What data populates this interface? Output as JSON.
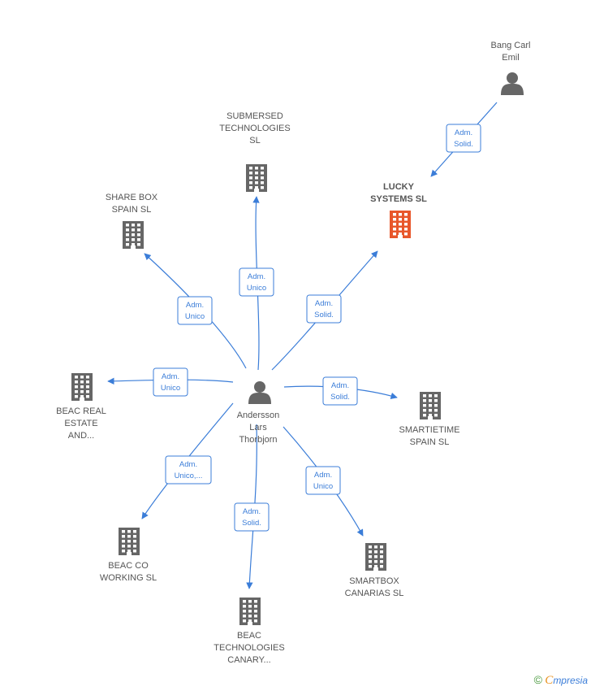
{
  "colors": {
    "edge": "#3b7dd8",
    "building": "#666666",
    "building_highlight": "#e8572b",
    "person": "#666666",
    "label": "#555555"
  },
  "nodes": [
    {
      "id": "bang-carl-emil",
      "type": "person",
      "lines": [
        "Bang Carl",
        "Emil"
      ],
      "bold": false,
      "highlight": false
    },
    {
      "id": "lucky-systems-sl",
      "type": "company",
      "lines": [
        "LUCKY",
        "SYSTEMS  SL"
      ],
      "bold": true,
      "highlight": true
    },
    {
      "id": "submersed-technologies-sl",
      "type": "company",
      "lines": [
        "SUBMERSED",
        "TECHNOLOGIES",
        "SL"
      ],
      "bold": false,
      "highlight": false
    },
    {
      "id": "share-box-spain-sl",
      "type": "company",
      "lines": [
        "SHARE BOX",
        "SPAIN  SL"
      ],
      "bold": false,
      "highlight": false
    },
    {
      "id": "beac-real-estate",
      "type": "company",
      "lines": [
        "BEAC REAL",
        "ESTATE",
        "AND..."
      ],
      "bold": false,
      "highlight": false
    },
    {
      "id": "andersson-lars-thorbjorn",
      "type": "person",
      "lines": [
        "Andersson",
        "Lars",
        "Thorbjorn"
      ],
      "bold": false,
      "highlight": false
    },
    {
      "id": "smartietime-spain-sl",
      "type": "company",
      "lines": [
        "SMARTIETIME",
        "SPAIN  SL"
      ],
      "bold": false,
      "highlight": false
    },
    {
      "id": "beac-co-working-sl",
      "type": "company",
      "lines": [
        "BEAC CO",
        "WORKING  SL"
      ],
      "bold": false,
      "highlight": false
    },
    {
      "id": "beac-technologies-canary",
      "type": "company",
      "lines": [
        "BEAC",
        "TECHNOLOGIES",
        "CANARY..."
      ],
      "bold": false,
      "highlight": false
    },
    {
      "id": "smartbox-canarias-sl",
      "type": "company",
      "lines": [
        "SMARTBOX",
        "CANARIAS  SL"
      ],
      "bold": false,
      "highlight": false
    }
  ],
  "edges": [
    {
      "from": "bang-carl-emil",
      "to": "lucky-systems-sl",
      "role": [
        "Adm.",
        "Solid."
      ]
    },
    {
      "from": "andersson-lars-thorbjorn",
      "to": "submersed-technologies-sl",
      "role": [
        "Adm.",
        "Unico"
      ]
    },
    {
      "from": "andersson-lars-thorbjorn",
      "to": "share-box-spain-sl",
      "role": [
        "Adm.",
        "Unico"
      ]
    },
    {
      "from": "andersson-lars-thorbjorn",
      "to": "lucky-systems-sl",
      "role": [
        "Adm.",
        "Solid."
      ]
    },
    {
      "from": "andersson-lars-thorbjorn",
      "to": "beac-real-estate",
      "role": [
        "Adm.",
        "Unico"
      ]
    },
    {
      "from": "andersson-lars-thorbjorn",
      "to": "smartietime-spain-sl",
      "role": [
        "Adm.",
        "Solid."
      ]
    },
    {
      "from": "andersson-lars-thorbjorn",
      "to": "beac-co-working-sl",
      "role": [
        "Adm.",
        "Unico,..."
      ]
    },
    {
      "from": "andersson-lars-thorbjorn",
      "to": "beac-technologies-canary",
      "role": [
        "Adm.",
        "Solid."
      ]
    },
    {
      "from": "andersson-lars-thorbjorn",
      "to": "smartbox-canarias-sl",
      "role": [
        "Adm.",
        "Unico"
      ]
    }
  ],
  "footer": {
    "copyright": "©",
    "brand_initial": "C",
    "brand_rest": "mpresia"
  }
}
